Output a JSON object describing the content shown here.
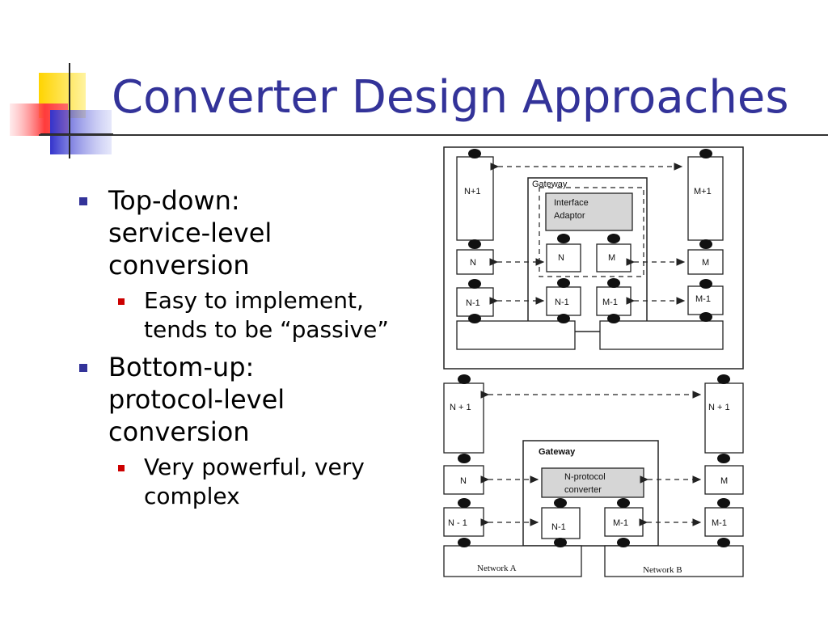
{
  "slide": {
    "title": "Converter Design Approaches",
    "bullets": [
      {
        "lines": [
          "Top-down:",
          "service-level",
          "conversion"
        ],
        "sub": {
          "lines": [
            "Easy to implement,",
            "tends to be “passive”"
          ]
        }
      },
      {
        "lines": [
          "Bottom-up:",
          "protocol-level",
          "conversion"
        ],
        "sub": {
          "lines": [
            "Very powerful, very",
            "complex"
          ]
        }
      }
    ]
  },
  "diagram_top": {
    "gateway_label": "Gateway",
    "adaptor_lines": [
      "Interface",
      "Adaptor"
    ],
    "left_stack": [
      "N+1",
      "N",
      "N-1"
    ],
    "right_stack": [
      "M+1",
      "M",
      "M-1"
    ],
    "gateway_upper": [
      "N",
      "M"
    ],
    "gateway_lower": [
      "N-1",
      "M-1"
    ]
  },
  "diagram_bottom": {
    "gateway_label": "Gateway",
    "converter_lines": [
      "N-protocol",
      "converter"
    ],
    "left_stack": [
      "N + 1",
      "N",
      "N - 1"
    ],
    "right_stack": [
      "N + 1",
      "M",
      "M-1"
    ],
    "gateway_lower": [
      "N-1",
      "M-1"
    ],
    "networks": [
      "Network A",
      "Network B"
    ]
  },
  "colors": {
    "title": "#333399",
    "bullet_l1": "#333399",
    "bullet_l2": "#cc0000",
    "shade": "#d6d6d6"
  }
}
